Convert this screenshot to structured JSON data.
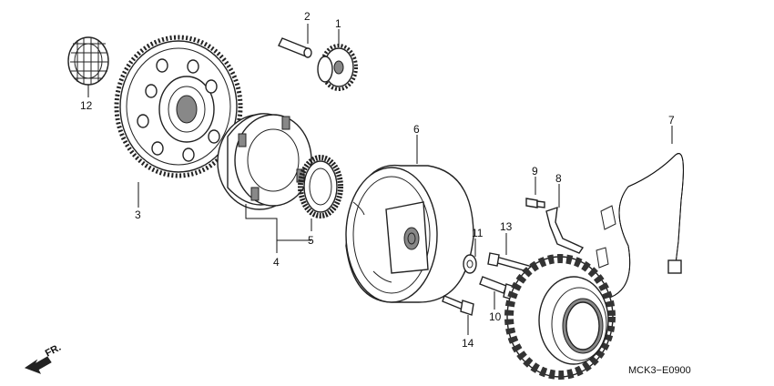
{
  "diagram": {
    "code": "MCK3−E0900",
    "direction_label": "FR.",
    "callouts": [
      {
        "id": "1",
        "text": "1"
      },
      {
        "id": "2",
        "text": "2"
      },
      {
        "id": "3",
        "text": "3"
      },
      {
        "id": "4",
        "text": "4"
      },
      {
        "id": "5",
        "text": "5"
      },
      {
        "id": "6",
        "text": "6"
      },
      {
        "id": "7",
        "text": "7"
      },
      {
        "id": "8",
        "text": "8"
      },
      {
        "id": "9",
        "text": "9"
      },
      {
        "id": "10",
        "text": "10"
      },
      {
        "id": "11",
        "text": "11"
      },
      {
        "id": "12",
        "text": "12"
      },
      {
        "id": "13",
        "text": "13"
      },
      {
        "id": "14",
        "text": "14"
      }
    ]
  }
}
